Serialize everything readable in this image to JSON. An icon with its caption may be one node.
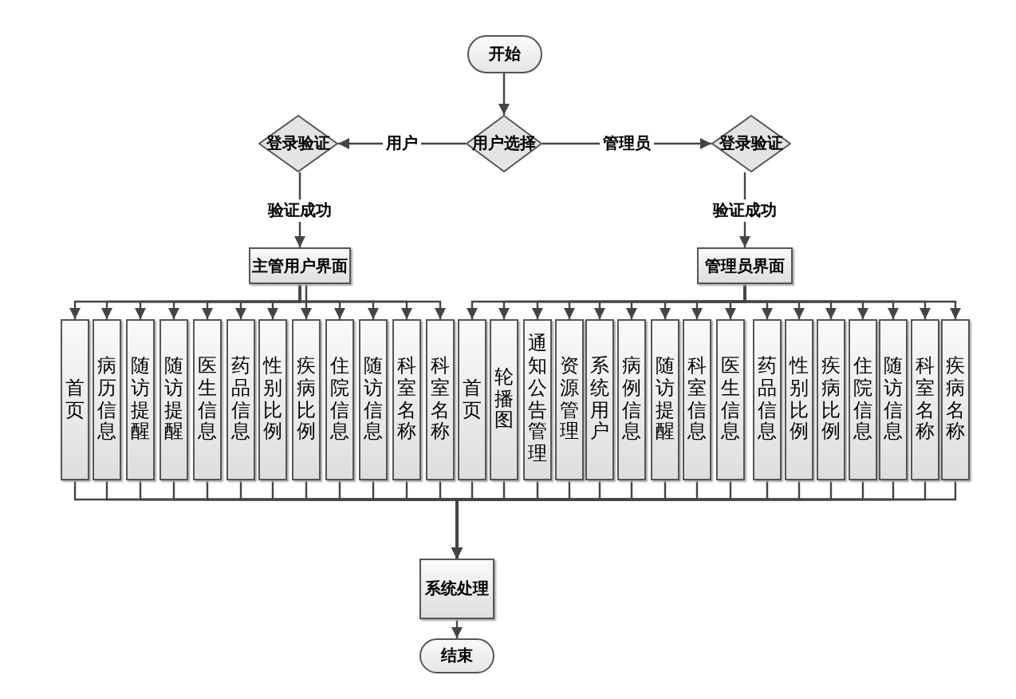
{
  "diagram": {
    "nodes": [
      {
        "text": [
          "开始"
        ]
      },
      {
        "text": [
          "用户选择"
        ]
      },
      {
        "text": [
          "登录验证"
        ]
      },
      {
        "text": [
          "登录验证"
        ]
      },
      {
        "text": [
          "主管用户界面"
        ]
      },
      {
        "text": [
          "管理员界面"
        ]
      },
      {
        "text": [
          "首页"
        ]
      },
      {
        "text": [
          "病历信息"
        ]
      },
      {
        "text": [
          "随访提醒"
        ]
      },
      {
        "text": [
          "随访提醒"
        ]
      },
      {
        "text": [
          "医生信息"
        ]
      },
      {
        "text": [
          "药品信息"
        ]
      },
      {
        "text": [
          "性别比例"
        ]
      },
      {
        "text": [
          "疾病比例"
        ]
      },
      {
        "text": [
          "住院信息"
        ]
      },
      {
        "text": [
          "随访信息"
        ]
      },
      {
        "text": [
          "科室名称"
        ]
      },
      {
        "text": [
          "科室名称"
        ]
      },
      {
        "text": [
          "首页"
        ]
      },
      {
        "text": [
          "轮播图"
        ]
      },
      {
        "text": [
          "通知公告管理"
        ]
      },
      {
        "text": [
          "资源管理"
        ]
      },
      {
        "text": [
          "系统用户"
        ]
      },
      {
        "text": [
          "病例信息"
        ]
      },
      {
        "text": [
          "随访提醒"
        ]
      },
      {
        "text": [
          "科室信息"
        ]
      },
      {
        "text": [
          "医生信息"
        ]
      },
      {
        "text": [
          "药品信息"
        ]
      },
      {
        "text": [
          "性别比例"
        ]
      },
      {
        "text": [
          "疾病比例"
        ]
      },
      {
        "text": [
          "住院信息"
        ]
      },
      {
        "text": [
          "随访信息"
        ]
      },
      {
        "text": [
          "科室名称"
        ]
      },
      {
        "text": [
          "疾病名称"
        ]
      },
      {
        "text": [
          "系统处理"
        ]
      },
      {
        "text": [
          "结束"
        ]
      }
    ],
    "edges": [
      {
        "from": 0,
        "to": 1,
        "arrow": "to"
      },
      {
        "from": 1,
        "to": 2,
        "arrow": "to",
        "label": "用户"
      },
      {
        "from": 1,
        "to": 3,
        "arrow": "to",
        "label": "管理员"
      },
      {
        "from": 2,
        "to": 4,
        "arrow": "to",
        "label": "验证成功"
      },
      {
        "from": 3,
        "to": 5,
        "arrow": "to",
        "label": "验证成功"
      },
      {
        "from": 4,
        "to": 6,
        "arrow": "to"
      },
      {
        "from": 4,
        "to": 7,
        "arrow": "to"
      },
      {
        "from": 4,
        "to": 8,
        "arrow": "to"
      },
      {
        "from": 4,
        "to": 9,
        "arrow": "to"
      },
      {
        "from": 4,
        "to": 10,
        "arrow": "to"
      },
      {
        "from": 4,
        "to": 11,
        "arrow": "to"
      },
      {
        "from": 4,
        "to": 12,
        "arrow": "to"
      },
      {
        "from": 4,
        "to": 13,
        "arrow": "to"
      },
      {
        "from": 4,
        "to": 14,
        "arrow": "to"
      },
      {
        "from": 4,
        "to": 15,
        "arrow": "to"
      },
      {
        "from": 4,
        "to": 16,
        "arrow": "to"
      },
      {
        "from": 4,
        "to": 17,
        "arrow": "to"
      },
      {
        "from": 5,
        "to": 18,
        "arrow": "to"
      },
      {
        "from": 5,
        "to": 19,
        "arrow": "to"
      },
      {
        "from": 5,
        "to": 20,
        "arrow": "to"
      },
      {
        "from": 5,
        "to": 21,
        "arrow": "to"
      },
      {
        "from": 5,
        "to": 22,
        "arrow": "to"
      },
      {
        "from": 5,
        "to": 23,
        "arrow": "to"
      },
      {
        "from": 5,
        "to": 24,
        "arrow": "to"
      },
      {
        "from": 5,
        "to": 25,
        "arrow": "to"
      },
      {
        "from": 5,
        "to": 26,
        "arrow": "to"
      },
      {
        "from": 5,
        "to": 27,
        "arrow": "to"
      },
      {
        "from": 5,
        "to": 28,
        "arrow": "to"
      },
      {
        "from": 5,
        "to": 29,
        "arrow": "to"
      },
      {
        "from": 5,
        "to": 30,
        "arrow": "to"
      },
      {
        "from": 5,
        "to": 31,
        "arrow": "to"
      },
      {
        "from": 5,
        "to": 32,
        "arrow": "to"
      },
      {
        "from": 5,
        "to": 33,
        "arrow": "to"
      },
      {
        "from": 6,
        "to": 34,
        "arrow": "to"
      },
      {
        "from": 7,
        "to": 34,
        "arrow": "to"
      },
      {
        "from": 8,
        "to": 34,
        "arrow": "to"
      },
      {
        "from": 9,
        "to": 34,
        "arrow": "to"
      },
      {
        "from": 10,
        "to": 34,
        "arrow": "to"
      },
      {
        "from": 11,
        "to": 34,
        "arrow": "to"
      },
      {
        "from": 12,
        "to": 34,
        "arrow": "to"
      },
      {
        "from": 13,
        "to": 34,
        "arrow": "to"
      },
      {
        "from": 14,
        "to": 34,
        "arrow": "to"
      },
      {
        "from": 15,
        "to": 34,
        "arrow": "to"
      },
      {
        "from": 16,
        "to": 34,
        "arrow": "to"
      },
      {
        "from": 17,
        "to": 34,
        "arrow": "to"
      },
      {
        "from": 18,
        "to": 34,
        "arrow": "to"
      },
      {
        "from": 19,
        "to": 34,
        "arrow": "to"
      },
      {
        "from": 20,
        "to": 34,
        "arrow": "to"
      },
      {
        "from": 21,
        "to": 34,
        "arrow": "to"
      },
      {
        "from": 22,
        "to": 34,
        "arrow": "to"
      },
      {
        "from": 23,
        "to": 34,
        "arrow": "to"
      },
      {
        "from": 24,
        "to": 34,
        "arrow": "to"
      },
      {
        "from": 25,
        "to": 34,
        "arrow": "to"
      },
      {
        "from": 26,
        "to": 34,
        "arrow": "to"
      },
      {
        "from": 27,
        "to": 34,
        "arrow": "to"
      },
      {
        "from": 28,
        "to": 34,
        "arrow": "to"
      },
      {
        "from": 29,
        "to": 34,
        "arrow": "to"
      },
      {
        "from": 30,
        "to": 34,
        "arrow": "to"
      },
      {
        "from": 31,
        "to": 34,
        "arrow": "to"
      },
      {
        "from": 32,
        "to": 34,
        "arrow": "to"
      },
      {
        "from": 33,
        "to": 34,
        "arrow": "to"
      },
      {
        "from": 34,
        "to": 35,
        "arrow": "to"
      }
    ]
  }
}
